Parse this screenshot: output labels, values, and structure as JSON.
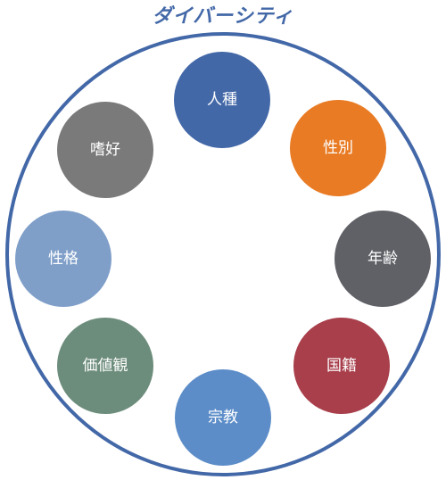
{
  "title": "ダイバーシティ",
  "colors": {
    "title": "#4368a8",
    "outer_ring": "#4368a8"
  },
  "nodes": [
    {
      "label": "人種",
      "color": "#4368a8"
    },
    {
      "label": "性別",
      "color": "#e87b24"
    },
    {
      "label": "年齢",
      "color": "#5f6166"
    },
    {
      "label": "国籍",
      "color": "#a83f4b"
    },
    {
      "label": "宗教",
      "color": "#5c8dc8"
    },
    {
      "label": "価値観",
      "color": "#6d8d7c"
    },
    {
      "label": "性格",
      "color": "#7f9fc9"
    },
    {
      "label": "嗜好",
      "color": "#7a7a7a"
    }
  ]
}
